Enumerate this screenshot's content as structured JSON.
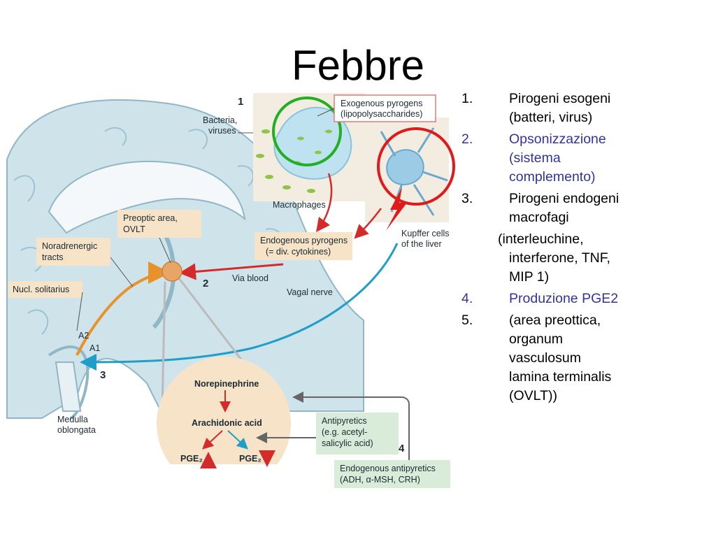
{
  "slide": {
    "title": "Febbre"
  },
  "figure": {
    "panel_number_1": "1",
    "panel_number_2": "2",
    "panel_number_3": "3",
    "panel_number_4": "4",
    "bacteria_viruses": [
      "Bacteria,",
      "viruses"
    ],
    "exogenous_pyrogens": [
      "Exogenous pyrogens",
      "(lipopolysaccharides)"
    ],
    "macrophages": "Macrophages",
    "kupffer_cells": [
      "Kupffer cells",
      "of the liver"
    ],
    "preoptic_area": [
      "Preoptic area,",
      "OVLT"
    ],
    "noradrenergic_tracts": [
      "Noradrenergic",
      "tracts"
    ],
    "nucl_solitarius": "Nucl. solitarius",
    "endogenous_pyrogens": [
      "Endogenous pyrogens",
      "(= div. cytokines)"
    ],
    "via_blood": "Via blood",
    "vagal_nerve": "Vagal nerve",
    "a2": "A2",
    "a1": "A1",
    "medulla_oblongata": [
      "Medulla",
      "oblongata"
    ],
    "norepinephrine": "Norepinephrine",
    "arachidonic_acid": "Arachidonic acid",
    "pge2_up": "PGE₂",
    "pge2_down": "PGE₂",
    "antipyretics": [
      "Antipyretics",
      "(e.g. acetyl-",
      "salicylic acid)"
    ],
    "endogenous_antipyretics": [
      "Endogenous antipyretics",
      "(ADH, α-MSH, CRH)"
    ],
    "colors": {
      "highlight_green": "#22b022",
      "highlight_red": "#e01a1a",
      "brain_blue": "#cfe3ea",
      "label_box": "#f6e3c8",
      "arrow_red": "#d42a2a",
      "arrow_blue": "#1e9ec8"
    }
  },
  "list": {
    "item1": {
      "num": "1.",
      "line1": "Pirogeni esogeni",
      "line2": "(batteri, virus)"
    },
    "item2": {
      "num": "2.",
      "line1": "Opsonizzazione",
      "line2": "(sistema",
      "line3": "complemento)"
    },
    "item3": {
      "num": "3.",
      "line1": "Pirogeni endogeni",
      "line2": "macrofagi"
    },
    "item3_cont": {
      "line1": "(interleuchine,",
      "line2": "interferone, TNF,",
      "line3": "MIP 1)"
    },
    "item4": {
      "num": "4.",
      "line1": "Produzione PGE2"
    },
    "item5": {
      "num": "5.",
      "line1": "(area preottica,",
      "line2": "organum",
      "line3": "vasculosum",
      "line4": "lamina terminalis",
      "line5": "(OVLT))"
    }
  }
}
